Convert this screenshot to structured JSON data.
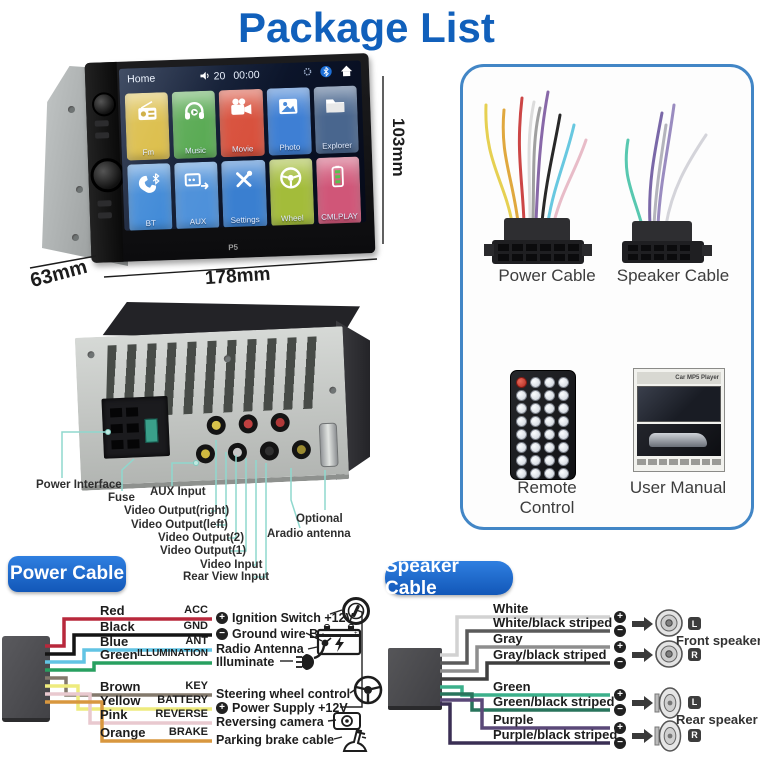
{
  "title": "Package List",
  "colors": {
    "title_blue": "#1160bb",
    "pill_blue": "#1668d0",
    "panel_border_blue": "#4286c6",
    "annotation_teal": "#8fd8ce"
  },
  "player": {
    "statusbar": {
      "home": "Home",
      "volume": "20",
      "time": "00:00",
      "icons": [
        "speaker-icon",
        "gear-icon",
        "bluetooth-icon",
        "home-icon"
      ]
    },
    "tiles": [
      {
        "label": "Fm",
        "icon": "radio",
        "color": "#d9b93c"
      },
      {
        "label": "Music",
        "icon": "headphones",
        "color": "#55a84f"
      },
      {
        "label": "Movie",
        "icon": "video-camera",
        "color": "#d8503c"
      },
      {
        "label": "Photo",
        "icon": "photo",
        "color": "#3e7fd4"
      },
      {
        "label": "Explorer",
        "icon": "folder",
        "color": "#49668e"
      },
      {
        "label": "BT",
        "icon": "phone-bluetooth",
        "color": "#3a86d6"
      },
      {
        "label": "AUX",
        "icon": "aux",
        "color": "#4b8fd9"
      },
      {
        "label": "Settings",
        "icon": "tools",
        "color": "#3a7fd0"
      },
      {
        "label": "Wheel",
        "icon": "steering-wheel",
        "color": "#a3bc3a"
      },
      {
        "label": "CMLPLAY",
        "icon": "battery-phone",
        "color": "#d05678"
      }
    ],
    "logo": "P5"
  },
  "dimensions": {
    "height": "103mm",
    "width": "178mm",
    "depth": "63mm"
  },
  "package_items": {
    "power_cable": "Power Cable",
    "speaker_cable": "Speaker Cable",
    "remote": "Remote Control",
    "manual": "User Manual",
    "manual_cover": "Car MP5 Player"
  },
  "rear_labels": {
    "left": [
      "Power Interface",
      "Fuse",
      "AUX Input",
      "Video Output(right)",
      "Video Output(left)",
      "Video Output(2)",
      "Video Output(1)",
      "Video Input",
      "Rear View Input"
    ],
    "right": [
      "Optional",
      "Aradio antenna"
    ]
  },
  "power_section": {
    "badge": "Power Cable",
    "wires": [
      {
        "name": "Red",
        "function": "ACC",
        "hex": "#b8283c",
        "target": "Ignition Switch +12V",
        "polarity": "+",
        "icon": "ignition-switch-icon"
      },
      {
        "name": "Black",
        "function": "GND",
        "hex": "#141414",
        "target": "Ground wire B-",
        "polarity": "-",
        "icon": "battery-icon"
      },
      {
        "name": "Blue",
        "function": "ANT",
        "hex": "#62c4e4",
        "target": "Radio Antenna",
        "polarity": "",
        "icon": "antenna-icon"
      },
      {
        "name": "Green",
        "function": "ILLUMINATION",
        "hex": "#28a060",
        "target": "Illuminate",
        "polarity": "",
        "icon": "headlight-icon"
      },
      {
        "name": "Brown",
        "function": "KEY",
        "hex": "#83796c",
        "target": "Steering wheel control",
        "polarity": "",
        "icon": "steering-wheel-icon"
      },
      {
        "name": "Yellow",
        "function": "BATTERY",
        "hex": "#eeeb7e",
        "target": "Power Supply +12V",
        "polarity": "+",
        "icon": ""
      },
      {
        "name": "Pink",
        "function": "REVERSE",
        "hex": "#e9c9cf",
        "target": "Reversing camera",
        "polarity": "",
        "icon": "camera-icon"
      },
      {
        "name": "Orange",
        "function": "BRAKE",
        "hex": "#d8973f",
        "target": "Parking brake cable",
        "polarity": "",
        "icon": "brake-pedal-icon"
      }
    ]
  },
  "speaker_section": {
    "badge": "Speaker Cable",
    "wires": [
      {
        "label": "White",
        "hex": "#d2d2d2",
        "polarity": "+"
      },
      {
        "label": "White/black striped",
        "hex": "#5a5a5a",
        "polarity": "-"
      },
      {
        "label": "Gray",
        "hex": "#8e8e8e",
        "polarity": "+"
      },
      {
        "label": "Gray/black striped",
        "hex": "#3f3f3f",
        "polarity": "-"
      },
      {
        "label": "Green",
        "hex": "#3cb08b",
        "polarity": "+"
      },
      {
        "label": "Green/black striped",
        "hex": "#28745c",
        "polarity": "-"
      },
      {
        "label": "Purple",
        "hex": "#5a4878",
        "polarity": "+"
      },
      {
        "label": "Purple/black striped",
        "hex": "#3a2f54",
        "polarity": "-"
      }
    ],
    "pairs": [
      {
        "channel": "L",
        "type": "round"
      },
      {
        "channel": "R",
        "type": "round"
      },
      {
        "channel": "L",
        "type": "oval"
      },
      {
        "channel": "R",
        "type": "oval"
      }
    ],
    "groups": [
      "Front speaker",
      "Rear speaker"
    ]
  }
}
